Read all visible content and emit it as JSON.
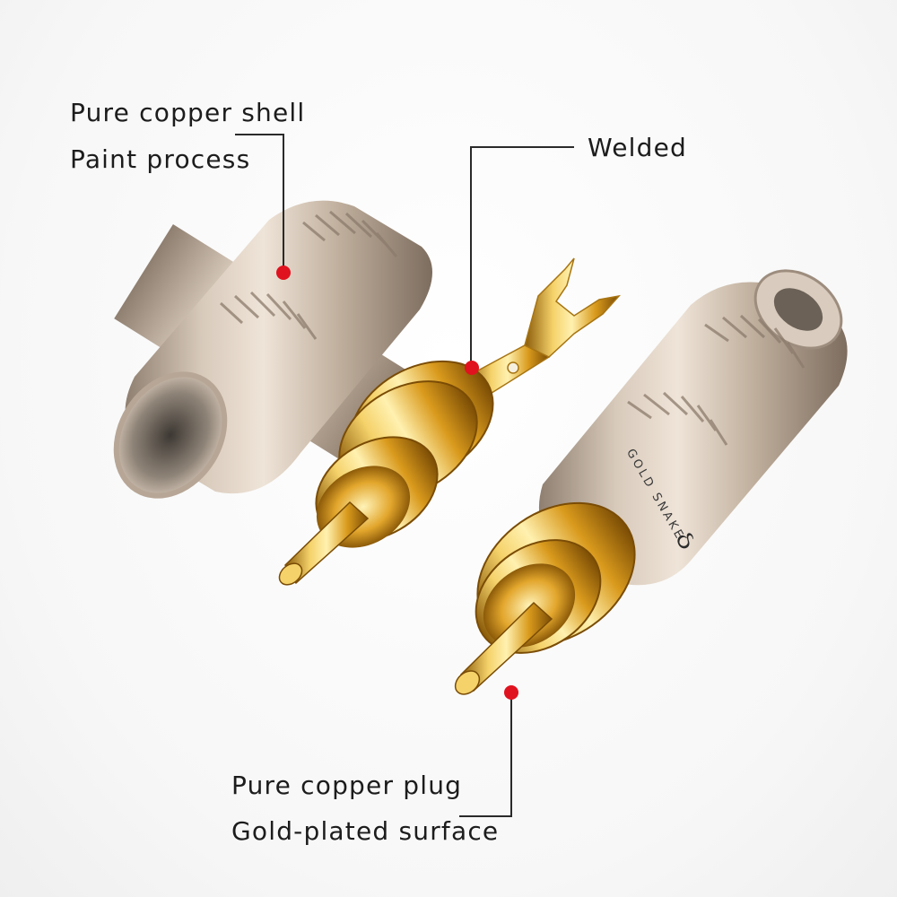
{
  "callouts": {
    "shell": {
      "line1": "Pure copper shell",
      "line2": "Paint process"
    },
    "welded": {
      "label": "Welded"
    },
    "plug": {
      "line1": "Pure copper plug",
      "line2": "Gold-plated surface"
    }
  },
  "engraving": "GOLD SNAKE",
  "colors": {
    "marker": "#e0121f",
    "leader": "#2a2a2a",
    "shell_metal": "#c9b9a8",
    "gold": "#e3b33a"
  }
}
